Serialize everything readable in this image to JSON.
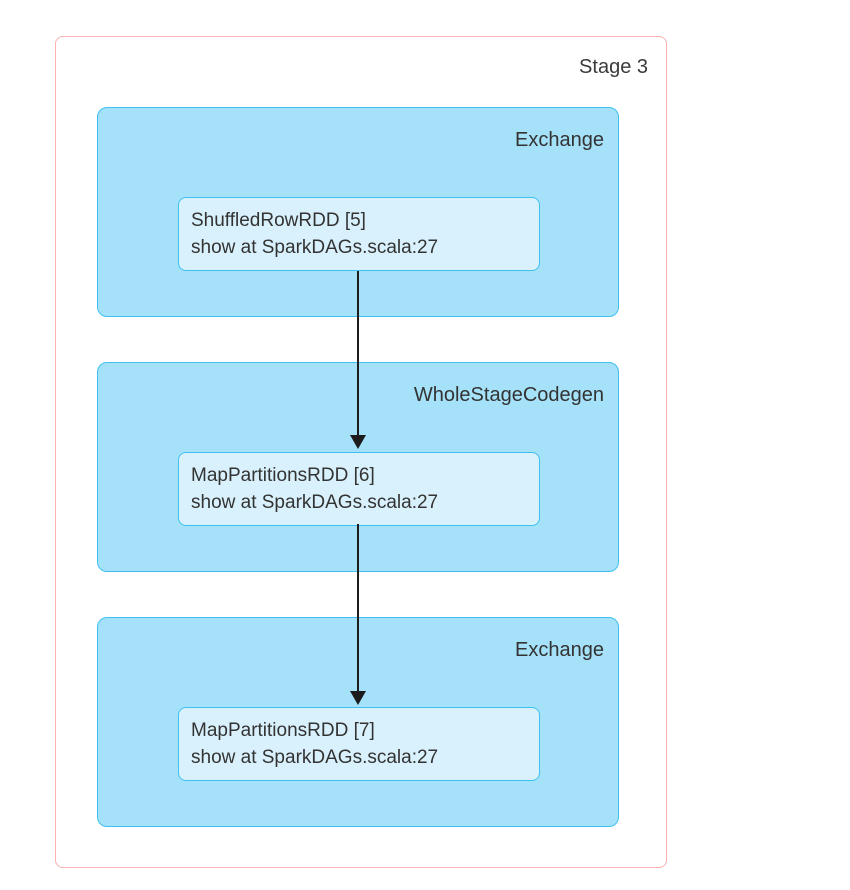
{
  "stage": {
    "label": "Stage 3",
    "clusters": [
      {
        "label": "Exchange",
        "node": {
          "title": "ShuffledRowRDD [5]",
          "subtitle": "show at SparkDAGs.scala:27"
        }
      },
      {
        "label": "WholeStageCodegen",
        "node": {
          "title": "MapPartitionsRDD [6]",
          "subtitle": "show at SparkDAGs.scala:27"
        }
      },
      {
        "label": "Exchange",
        "node": {
          "title": "MapPartitionsRDD [7]",
          "subtitle": "show at SparkDAGs.scala:27"
        }
      }
    ]
  },
  "colors": {
    "stage_border": "#ffb1b1",
    "cluster_border": "#3fc1f0",
    "cluster_fill": "#a5e1f8",
    "node_fill": "#d9f1fc",
    "arrow": "#1c1c1c",
    "text": "#333333"
  }
}
